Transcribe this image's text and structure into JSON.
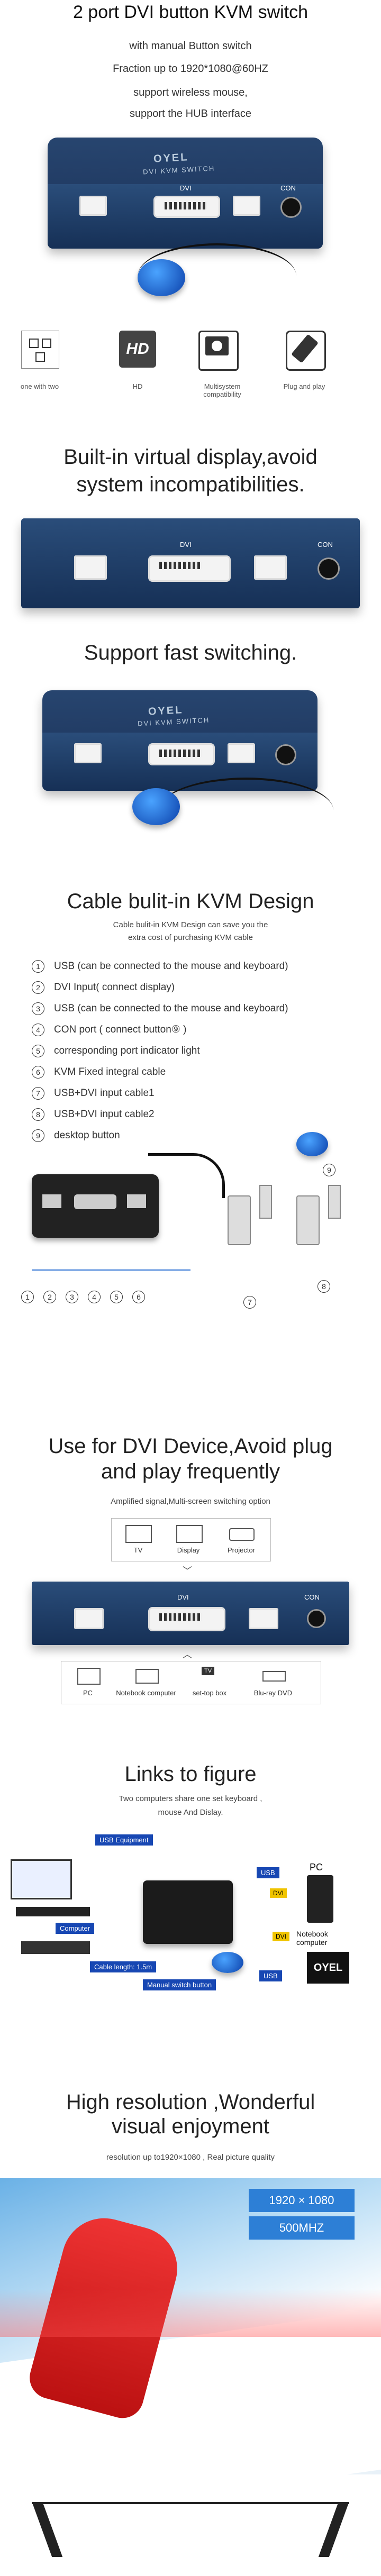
{
  "header": {
    "title": "2 port DVI button KVM switch",
    "lines": [
      "with manual  Button switch",
      "Fraction up to 1920*1080@60HZ",
      "support wireless mouse,",
      "support the HUB interface"
    ]
  },
  "device": {
    "brand": "OYEL",
    "name": "DVI KVM SWITCH",
    "dvi": "DVI",
    "con": "CON"
  },
  "icons": [
    {
      "icon": "grid-icon",
      "label": "one with two"
    },
    {
      "icon": "hd-icon",
      "label": "HD"
    },
    {
      "icon": "monitor-icon",
      "label": "Multisystem compatibility"
    },
    {
      "icon": "plug-icon",
      "label": "Plug and play"
    }
  ],
  "section2": {
    "title_line1": "Built-in virtual display,avoid",
    "title_line2": "system incompatibilities."
  },
  "section3": {
    "title": "Support fast switching."
  },
  "section4": {
    "title": "Cable bulit-in KVM Design",
    "subtitle1": "Cable bulit-in KVM Design can save you the",
    "subtitle2": "extra cost of purchasing KVM cable",
    "features": [
      {
        "n": "1",
        "text": "USB  (can be connected to the mouse and keyboard)"
      },
      {
        "n": "2",
        "text": "DVI Input( connect display)"
      },
      {
        "n": "3",
        "text": "USB  (can be connected to the mouse and keyboard)"
      },
      {
        "n": "4",
        "text": "CON port  ( connect button⑨ )"
      },
      {
        "n": "5",
        "text": "corresponding port indicator light"
      },
      {
        "n": "6",
        "text": "KVM Fixed integral cable"
      },
      {
        "n": "7",
        "text": "USB+DVI input cable1"
      },
      {
        "n": "8",
        "text": "USB+DVI input cable2"
      },
      {
        "n": "9",
        "text": "desktop button"
      }
    ]
  },
  "section5": {
    "title_line1": "Use for DVI Device,Avoid plug",
    "title_line2": "and play frequently",
    "subtitle": "Amplified signal,Multi-screen switching option",
    "top_devices": [
      "TV",
      "Display",
      "Projector"
    ],
    "bottom_devices": [
      "PC",
      "Notebook computer",
      "set-top box",
      "Blu-ray DVD"
    ],
    "tv_badge": "TV"
  },
  "section6": {
    "title": "Links to figure",
    "subtitle1": "Two computers share one set keyboard ,",
    "subtitle2": "mouse And Dislay.",
    "tags": {
      "usb_equipment": "USB Equipment",
      "computer": "Computer",
      "cable": "Cable length: 1.5m",
      "button": "Manual switch button",
      "usb1": "USB",
      "dvi1": "DVI",
      "dvi2": "DVI",
      "usb2": "USB",
      "pc": "PC",
      "notebook": "Notebook computer",
      "brand": "OYEL"
    }
  },
  "section7": {
    "title_line1": "High resolution  ,Wonderful",
    "title_line2": "visual enjoyment",
    "subtitle": "resolution up to1920×1080 ,  Real picture quality",
    "badge1": "1920 × 1080",
    "badge2": "500MHZ"
  }
}
